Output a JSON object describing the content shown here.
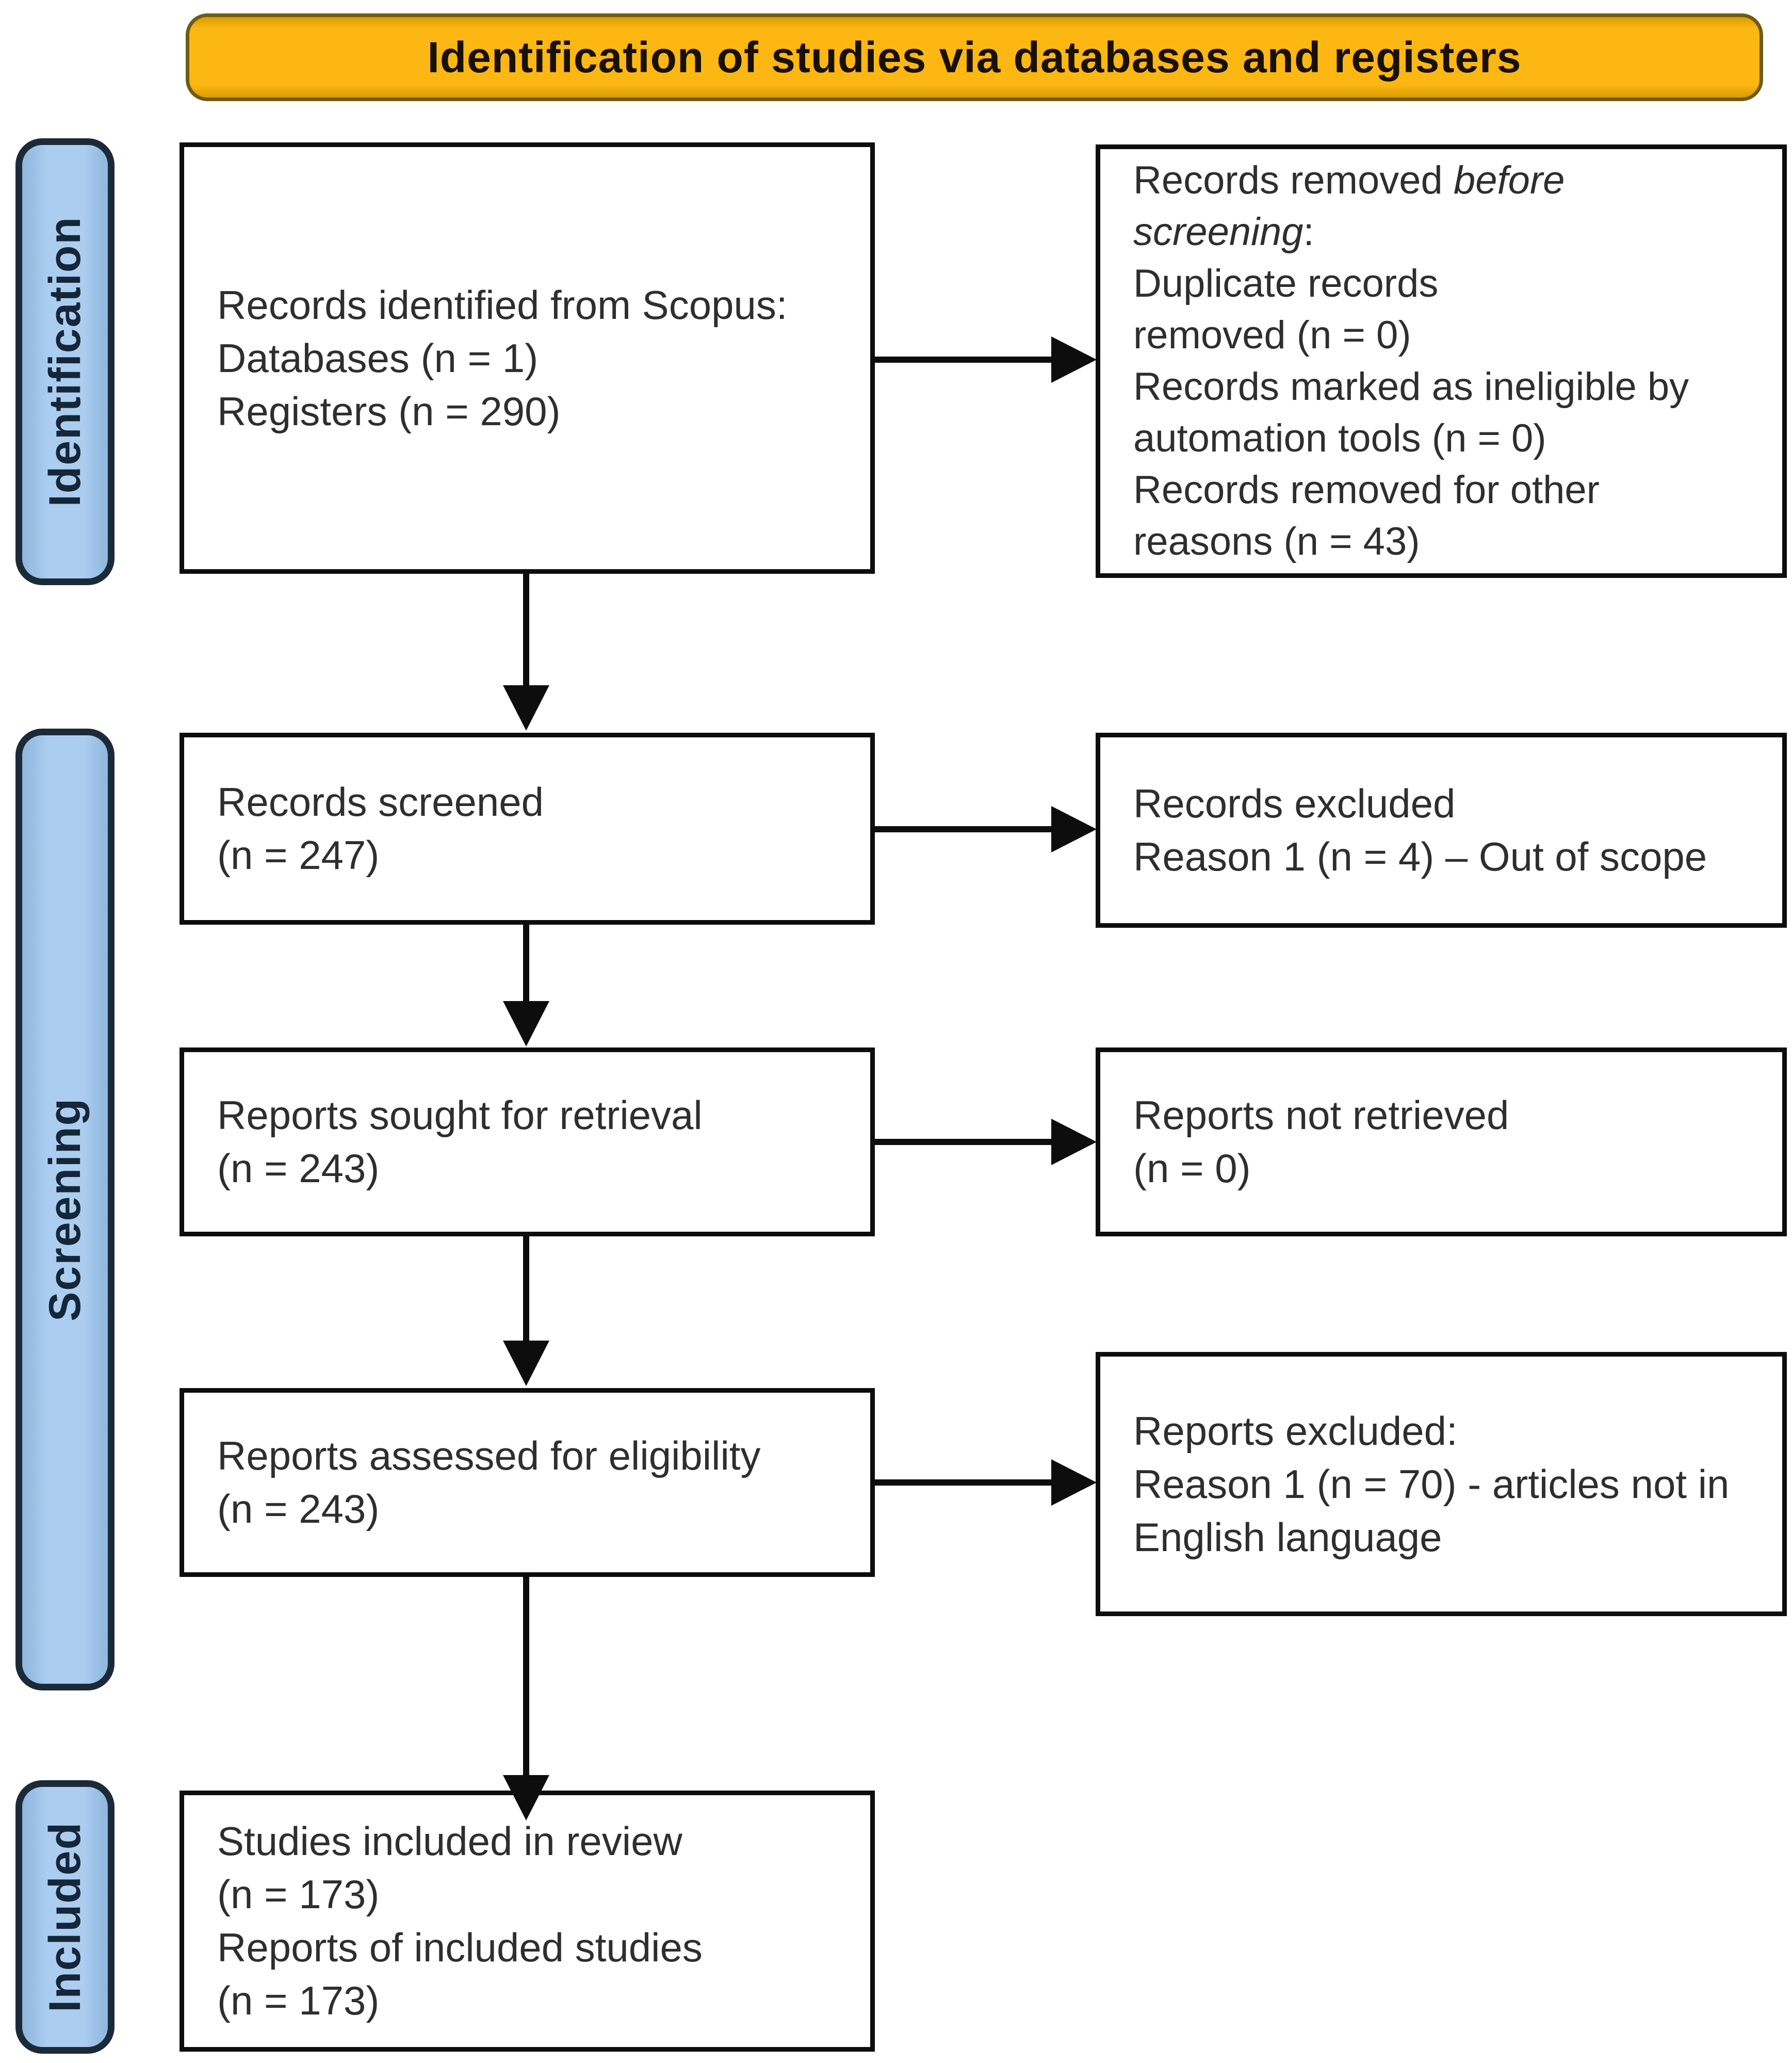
{
  "banner": {
    "label": "Identification of studies via databases and registers"
  },
  "sidebar": {
    "stages": [
      {
        "id": "identification",
        "label": "Identification"
      },
      {
        "id": "screening",
        "label": "Screening"
      },
      {
        "id": "included",
        "label": "Included"
      }
    ]
  },
  "colors": {
    "banner_fill": "#FCB713",
    "banner_border": "#6E5C16",
    "stage_fill": "#ABCDF0",
    "stage_border": "#1C2A38",
    "box_border": "#0D0D0D",
    "arrow": "#0D0D0D",
    "text": "#2E2E2E"
  },
  "boxes": [
    {
      "id": "records-identified",
      "lines": [
        [
          {
            "t": "Records identified from Scopus:"
          }
        ],
        [
          {
            "t": "Databases (n = 1)"
          }
        ],
        [
          {
            "t": "Registers (n = 290)"
          }
        ]
      ]
    },
    {
      "id": "records-removed",
      "lines": [
        [
          {
            "t": "Records removed "
          },
          {
            "t": "before",
            "i": true
          }
        ],
        [
          {
            "t": "screening",
            "i": true
          },
          {
            "t": ":"
          }
        ],
        [
          {
            "t": "Duplicate records"
          }
        ],
        [
          {
            "t": "removed (n = 0)"
          }
        ],
        [
          {
            "t": "Records marked as ineligible by"
          }
        ],
        [
          {
            "t": "automation tools (n = 0)"
          }
        ],
        [
          {
            "t": "Records removed for other"
          }
        ],
        [
          {
            "t": "reasons (n = 43)"
          }
        ]
      ]
    },
    {
      "id": "records-screened",
      "lines": [
        [
          {
            "t": "Records screened"
          }
        ],
        [
          {
            "t": "(n = 247)"
          }
        ]
      ]
    },
    {
      "id": "records-excluded",
      "lines": [
        [
          {
            "t": "Records excluded"
          }
        ],
        [
          {
            "t": "Reason 1 (n = 4) – Out of scope"
          }
        ]
      ]
    },
    {
      "id": "reports-sought",
      "lines": [
        [
          {
            "t": "Reports sought for retrieval"
          }
        ],
        [
          {
            "t": "(n = 243)"
          }
        ]
      ]
    },
    {
      "id": "reports-not-retrieved",
      "lines": [
        [
          {
            "t": "Reports not retrieved"
          }
        ],
        [
          {
            "t": "(n = 0)"
          }
        ]
      ]
    },
    {
      "id": "reports-assessed",
      "lines": [
        [
          {
            "t": "Reports assessed for eligibility"
          }
        ],
        [
          {
            "t": "(n = 243)"
          }
        ]
      ]
    },
    {
      "id": "reports-excluded",
      "lines": [
        [
          {
            "t": "Reports excluded:"
          }
        ],
        [
          {
            "t": "Reason 1 (n = 70) - articles not in"
          }
        ],
        [
          {
            "t": "English language"
          }
        ]
      ]
    },
    {
      "id": "studies-included",
      "lines": [
        [
          {
            "t": "Studies included in review"
          }
        ],
        [
          {
            "t": "(n = 173)"
          }
        ],
        [
          {
            "t": "Reports of included studies"
          }
        ],
        [
          {
            "t": "(n = 173)"
          }
        ]
      ]
    }
  ]
}
